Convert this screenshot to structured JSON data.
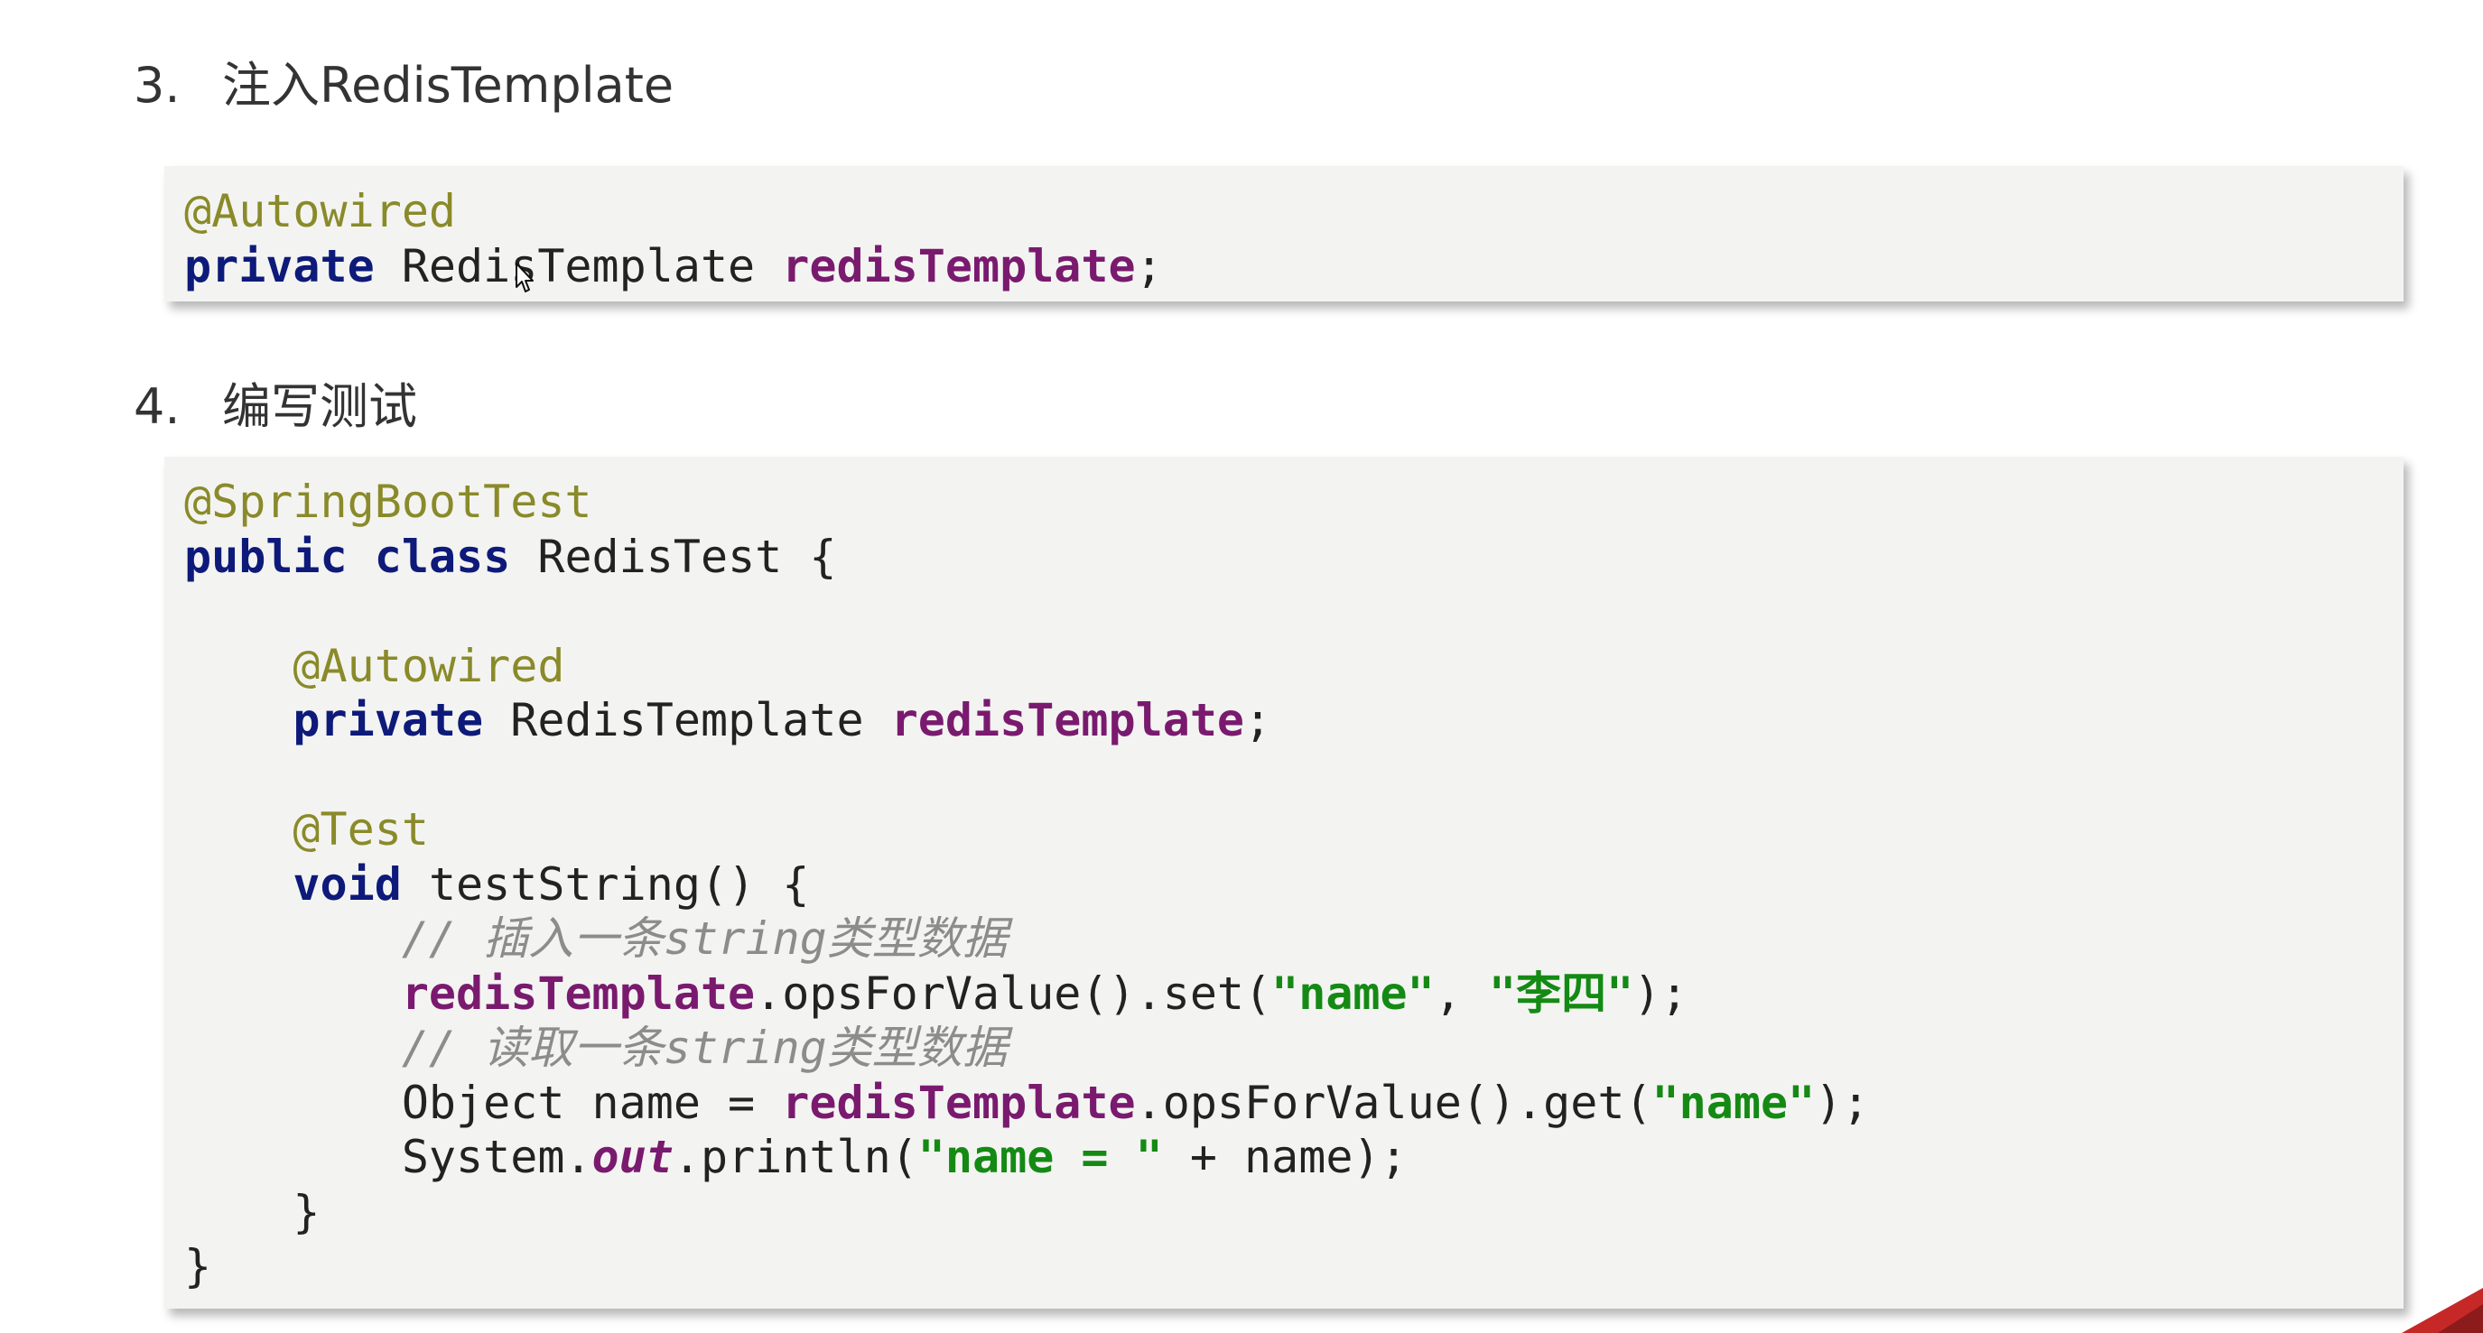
{
  "sections": [
    {
      "number": "3.",
      "title": "注入RedisTemplate",
      "code": [
        [
          {
            "t": "@Autowired",
            "c": "ann"
          }
        ],
        [
          {
            "t": "private",
            "c": "kw"
          },
          {
            "t": " RedisTemplate ",
            "c": "pl"
          },
          {
            "t": "redisTemplate",
            "c": "fld"
          },
          {
            "t": ";",
            "c": "pl"
          }
        ]
      ]
    },
    {
      "number": "4.",
      "title": "编写测试",
      "code": [
        [
          {
            "t": "@SpringBootTest",
            "c": "ann"
          }
        ],
        [
          {
            "t": "public",
            "c": "kw"
          },
          {
            "t": " ",
            "c": "pl"
          },
          {
            "t": "class",
            "c": "kw"
          },
          {
            "t": " RedisTest {",
            "c": "pl"
          }
        ],
        [],
        [
          {
            "t": "    ",
            "c": "pl"
          },
          {
            "t": "@Autowired",
            "c": "ann"
          }
        ],
        [
          {
            "t": "    ",
            "c": "pl"
          },
          {
            "t": "private",
            "c": "kw"
          },
          {
            "t": " RedisTemplate ",
            "c": "pl"
          },
          {
            "t": "redisTemplate",
            "c": "fld"
          },
          {
            "t": ";",
            "c": "pl"
          }
        ],
        [],
        [
          {
            "t": "    ",
            "c": "pl"
          },
          {
            "t": "@Test",
            "c": "ann"
          }
        ],
        [
          {
            "t": "    ",
            "c": "pl"
          },
          {
            "t": "void",
            "c": "kw"
          },
          {
            "t": " testString() {",
            "c": "pl"
          }
        ],
        [
          {
            "t": "        ",
            "c": "pl"
          },
          {
            "t": "// 插入一条string类型数据",
            "c": "cmt"
          }
        ],
        [
          {
            "t": "        ",
            "c": "pl"
          },
          {
            "t": "redisTemplate",
            "c": "fld"
          },
          {
            "t": ".opsForValue().set(",
            "c": "pl"
          },
          {
            "t": "\"name\"",
            "c": "str"
          },
          {
            "t": ", ",
            "c": "pl"
          },
          {
            "t": "\"李四\"",
            "c": "str"
          },
          {
            "t": ");",
            "c": "pl"
          }
        ],
        [
          {
            "t": "        ",
            "c": "pl"
          },
          {
            "t": "// 读取一条string类型数据",
            "c": "cmt"
          }
        ],
        [
          {
            "t": "        ",
            "c": "pl"
          },
          {
            "t": "Object name = ",
            "c": "pl"
          },
          {
            "t": "redisTemplate",
            "c": "fld"
          },
          {
            "t": ".opsForValue().get(",
            "c": "pl"
          },
          {
            "t": "\"name\"",
            "c": "str"
          },
          {
            "t": ");",
            "c": "pl"
          }
        ],
        [
          {
            "t": "        ",
            "c": "pl"
          },
          {
            "t": "System.",
            "c": "pl"
          },
          {
            "t": "out",
            "c": "stat"
          },
          {
            "t": ".println(",
            "c": "pl"
          },
          {
            "t": "\"name = \"",
            "c": "str"
          },
          {
            "t": " + name);",
            "c": "pl"
          }
        ],
        [
          {
            "t": "    }",
            "c": "pl"
          }
        ],
        [
          {
            "t": "}",
            "c": "pl"
          }
        ]
      ]
    }
  ],
  "icons": {
    "cursor": "mouse-pointer-icon"
  },
  "colors": {
    "keyword": "#0e1a7a",
    "annotation": "#8a8a2a",
    "field": "#7a1a6f",
    "string": "#148a14",
    "comment": "#8c8c8c",
    "code_background": "#f3f4f1"
  }
}
